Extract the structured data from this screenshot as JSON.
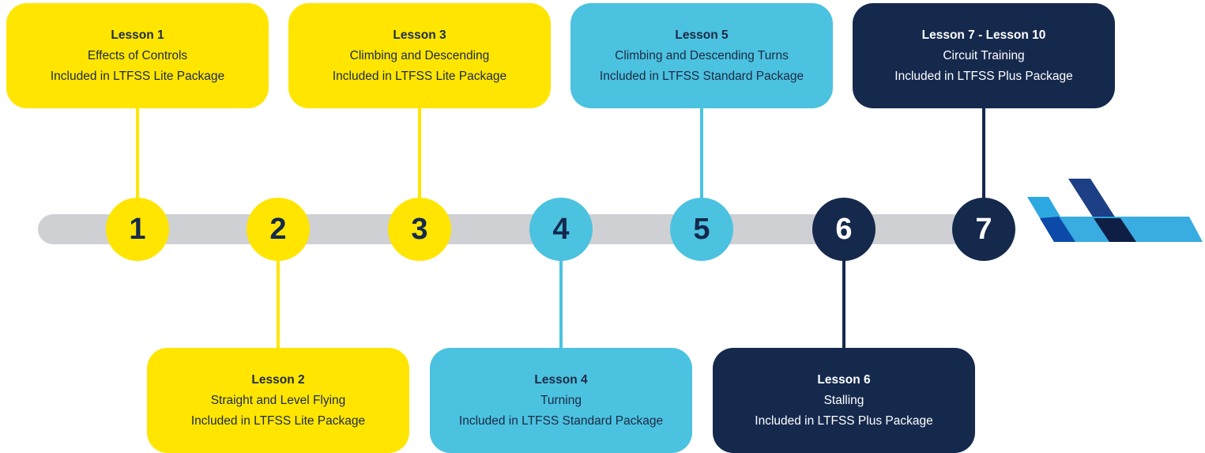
{
  "colors": {
    "yellow": "#ffe500",
    "cyan": "#4bc2e0",
    "navy": "#15294d",
    "track": "#cfd0d3"
  },
  "nodes": [
    {
      "number": "1",
      "color": "yellow"
    },
    {
      "number": "2",
      "color": "yellow"
    },
    {
      "number": "3",
      "color": "yellow"
    },
    {
      "number": "4",
      "color": "cyan"
    },
    {
      "number": "5",
      "color": "cyan"
    },
    {
      "number": "6",
      "color": "navy"
    },
    {
      "number": "7",
      "color": "navy"
    }
  ],
  "cards": [
    {
      "title": "Lesson 1",
      "subtitle": "Effects of Controls",
      "package": "Included in LTFSS Lite Package",
      "color": "yellow"
    },
    {
      "title": "Lesson 2",
      "subtitle": "Straight and Level Flying",
      "package": "Included in LTFSS Lite Package",
      "color": "yellow"
    },
    {
      "title": "Lesson 3",
      "subtitle": "Climbing and Descending",
      "package": "Included in LTFSS Lite Package",
      "color": "yellow"
    },
    {
      "title": "Lesson 4",
      "subtitle": "Turning",
      "package": "Included in LTFSS Standard Package",
      "color": "cyan"
    },
    {
      "title": "Lesson 5",
      "subtitle": "Climbing and Descending Turns",
      "package": "Included in LTFSS Standard Package",
      "color": "cyan"
    },
    {
      "title": "Lesson 6",
      "subtitle": "Stalling",
      "package": "Included in LTFSS Plus Package",
      "color": "navy"
    },
    {
      "title": "Lesson 7 - Lesson 10",
      "subtitle": "Circuit Training",
      "package": "Included in LTFSS Plus Package",
      "color": "navy"
    }
  ],
  "logo": {
    "icon": "brand-wing-logo-icon"
  }
}
